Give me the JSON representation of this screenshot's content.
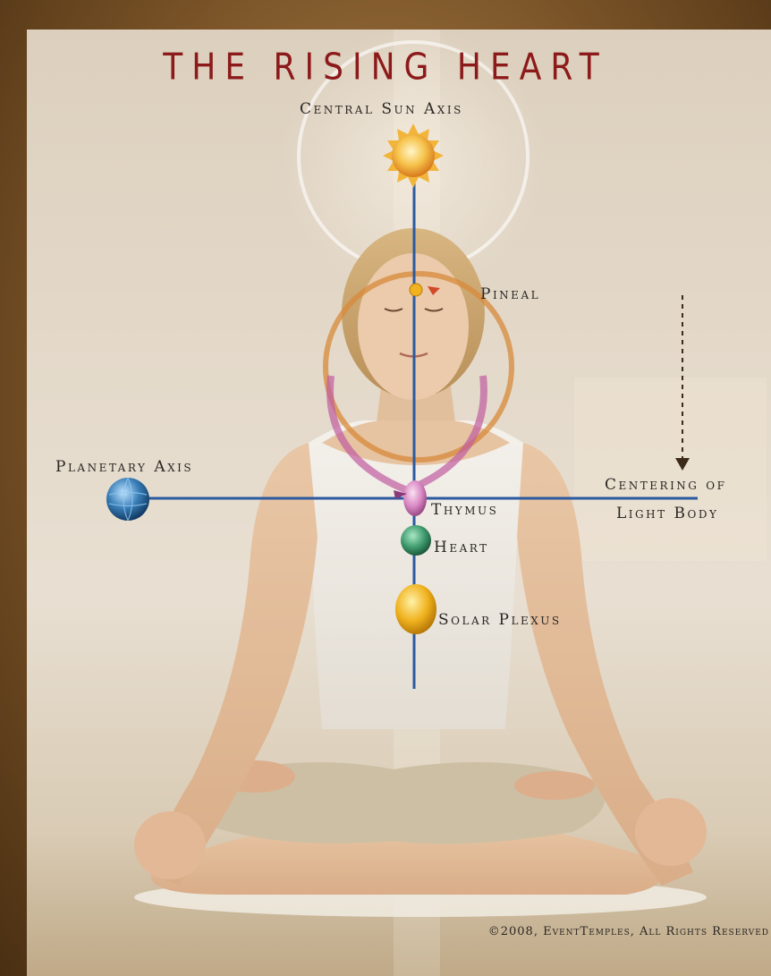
{
  "title": "THE RISING HEART",
  "labels": {
    "central_sun_axis": "Central Sun Axis",
    "pineal": "Pineal",
    "planetary_axis": "Planetary Axis",
    "thymus": "Thymus",
    "heart": "Heart",
    "solar_plexus": "Solar Plexus",
    "centering_line1": "Centering of",
    "centering_line2": "Light Body"
  },
  "copyright": "©2008, EventTemples, All Rights Reserved",
  "colors": {
    "title": "#8c1a1a",
    "axis_line": "#2c5aa0",
    "sun": "#f2b53a",
    "pineal_ring": "#d78a3a",
    "thymus_ring": "#c05ca0",
    "thymus_node": "#d887c2",
    "heart_node": "#3f9a6e",
    "solar_plexus_node": "#f0b21e",
    "planet": "#3a7fb8",
    "frame": "#7b5428"
  },
  "icons": [
    "sun-icon",
    "planet-icon",
    "arrow-down-icon"
  ]
}
